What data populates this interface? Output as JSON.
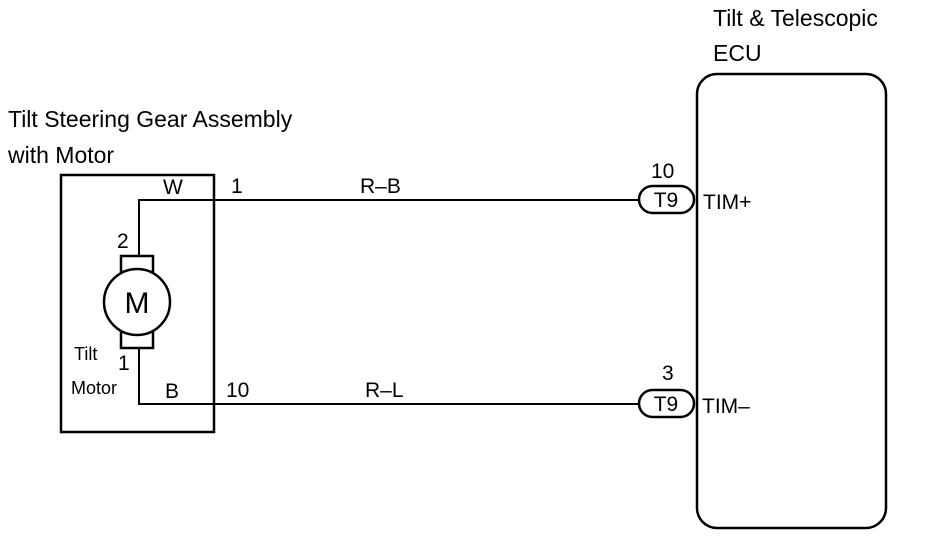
{
  "ecu": {
    "title_line1": "Tilt & Telescopic",
    "title_line2": "ECU"
  },
  "assembly": {
    "title_line1": "Tilt Steering Gear Assembly",
    "title_line2": "with Motor",
    "motor_symbol": "M",
    "motor_label_line1": "Tilt",
    "motor_label_line2": "Motor",
    "motor_pin_top": "2",
    "motor_pin_bottom": "1"
  },
  "wires": [
    {
      "assembly_wire_color": "W",
      "assembly_pin": "1",
      "harness_color": "R–B",
      "connector_pin": "10",
      "connector": "T9",
      "ecu_terminal": "TIM+"
    },
    {
      "assembly_wire_color": "B",
      "assembly_pin": "10",
      "harness_color": "R–L",
      "connector_pin": "3",
      "connector": "T9",
      "ecu_terminal": "TIM–"
    }
  ]
}
